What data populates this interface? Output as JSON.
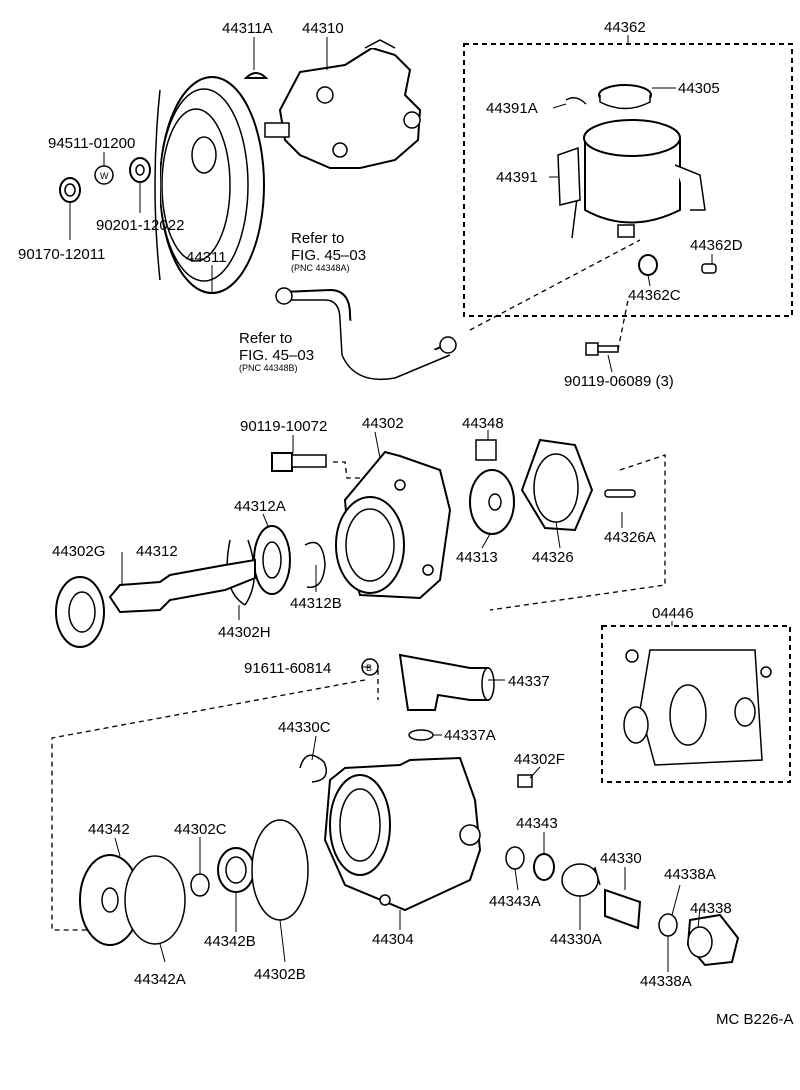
{
  "diagram_code": "MC B226-A",
  "labels": {
    "p44311A": "44311A",
    "p44310": "44310",
    "p94511": "94511-01200",
    "p90201": "90201-12022",
    "p90170": "90170-12011",
    "p44311": "44311",
    "p44362": "44362",
    "p44305": "44305",
    "p44391A": "44391A",
    "p44391": "44391",
    "p44362D": "44362D",
    "p44362C": "44362C",
    "p90119_06089": "90119-06089 (3)",
    "p90119_10072": "90119-10072",
    "p44302": "44302",
    "p44348": "44348",
    "p44312A": "44312A",
    "p44302G": "44302G",
    "p44312": "44312",
    "p44313": "44313",
    "p44326": "44326",
    "p44326A": "44326A",
    "p44312B": "44312B",
    "p44302H": "44302H",
    "p04446": "04446",
    "p91611": "91611-60814",
    "p44337": "44337",
    "p44330C": "44330C",
    "p44337A": "44337A",
    "p44302F": "44302F",
    "p44342": "44342",
    "p44302C": "44302C",
    "p44343": "44343",
    "p44330": "44330",
    "p44338A_top": "44338A",
    "p44338": "44338",
    "p44343A": "44343A",
    "p44342B": "44342B",
    "p44304": "44304",
    "p44330A": "44330A",
    "p44342A": "44342A",
    "p44302B": "44302B",
    "p44338A_bot": "44338A"
  },
  "marker_w": "W",
  "marker_b": "B",
  "references": {
    "ref_a": {
      "line1": "Refer to",
      "line2": "FIG. 45–03",
      "pnc": "(PNC 44348A)"
    },
    "ref_b": {
      "line1": "Refer to",
      "line2": "FIG. 45–03",
      "pnc": "(PNC 44348B)"
    }
  }
}
